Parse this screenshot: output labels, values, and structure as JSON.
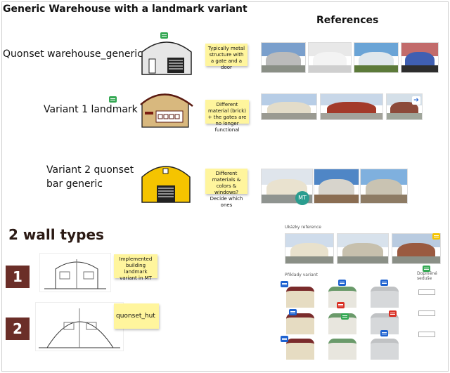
{
  "title": "Generic Warehouse with a landmark variant",
  "references_title": "References",
  "rows": [
    {
      "label": "Quonset warehouse_generic",
      "note": "Typically metal structure with a gate and a door"
    },
    {
      "label": "Variant 1 landmark",
      "note": "Different material (brick) + the gates are no longer functional"
    },
    {
      "label": "Variant 2 quonset bar generic",
      "note": "Different materials & colors & windows? Decide which ones"
    }
  ],
  "wall_types_title": "2 wall types",
  "wall_types": [
    {
      "number": "1",
      "note": "Implemented building landmark variant in MT"
    },
    {
      "number": "2",
      "note": "quonset_hut"
    }
  ],
  "panel": {
    "ref_label": "Ukázky reference",
    "variants_label": "Příklady variant",
    "side_label": "Doplněné seduše"
  },
  "avatar_initials": "MT",
  "colors": {
    "warehouse_gray": "#e6e6e6",
    "landmark_tan": "#d8b87e",
    "bar_yellow": "#f5c400",
    "sticky": "#fff59d",
    "wall_number_bg": "#6b2e28",
    "comment_green": "#34a853",
    "comment_blue": "#1e62d0",
    "comment_red": "#d93025"
  },
  "icons": [
    "comment-green-icon",
    "comment-blue-icon",
    "comment-red-icon",
    "arrow-right-icon"
  ]
}
